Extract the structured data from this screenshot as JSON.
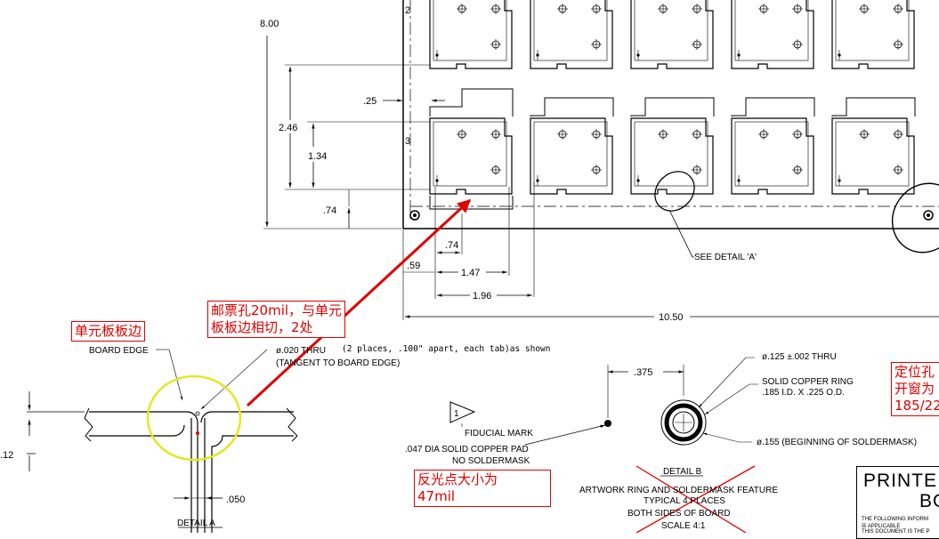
{
  "dimensions": {
    "d800": "8.00",
    "d025": ".25",
    "d246": "2.46",
    "d134": "1.34",
    "d074a": ".74",
    "d074b": ".74",
    "d059": ".59",
    "d147": "1.47",
    "d196": "1.96",
    "d1050": "10.50",
    "d012": ".12",
    "d050": ".050",
    "d0375": ".375"
  },
  "row_labels": {
    "r2": "2",
    "r3": "3"
  },
  "see_detail": "SEE DETAIL 'A'",
  "detail_a": {
    "board_edge": "BOARD EDGE",
    "thru_line1": "ø.020 THRU",
    "thru_line1b": "(2 places, .100\" apart, each tab)as shown",
    "thru_line2": "(TANGENT TO BOARD EDGE)",
    "title": "DETAIL A"
  },
  "fiducial": {
    "symbol": "1",
    "label": "FIDUCIAL MARK",
    "pad_line1": ".047 DIA SOLID COPPER PAD",
    "pad_line2": "NO SOLDERMASK"
  },
  "detail_b": {
    "thru": "ø.125 ±.002 THRU",
    "ring1": "SOLID COPPER RING",
    "ring2": ".185 I.D. X .225 O.D.",
    "soldermask": "ø.155 (BEGINNING OF SOLDERMASK)",
    "title": "DETAIL B",
    "note1": "ARTWORK RING AND SOLDERMASK FEATURE",
    "note2": "TYPICAL 4 PLACES",
    "note3": "BOTH SIDES OF BOARD",
    "note4": "SCALE 4:1"
  },
  "annotations": {
    "board_edge_cn": "单元板板边",
    "stamp_hole_l1": "邮票孔20mil，与单元",
    "stamp_hole_l2": "板板边相切，2处",
    "fiducial_l1": "反光点大小为",
    "fiducial_l2": "47mil",
    "locating_l1": "定位孔",
    "locating_l2": "开窗为",
    "locating_l3": "185/22"
  },
  "title_block": {
    "line1": "PRINTE",
    "line2": "BO",
    "small1": "THE FOLLOWING INFORM",
    "small2": "☒ APPLICABLE",
    "small3": "THIS DOCUMENT IS THE P"
  },
  "colors": {
    "annotation": "#e00000",
    "highlight": "#e6e620",
    "drawing": "#000000"
  }
}
